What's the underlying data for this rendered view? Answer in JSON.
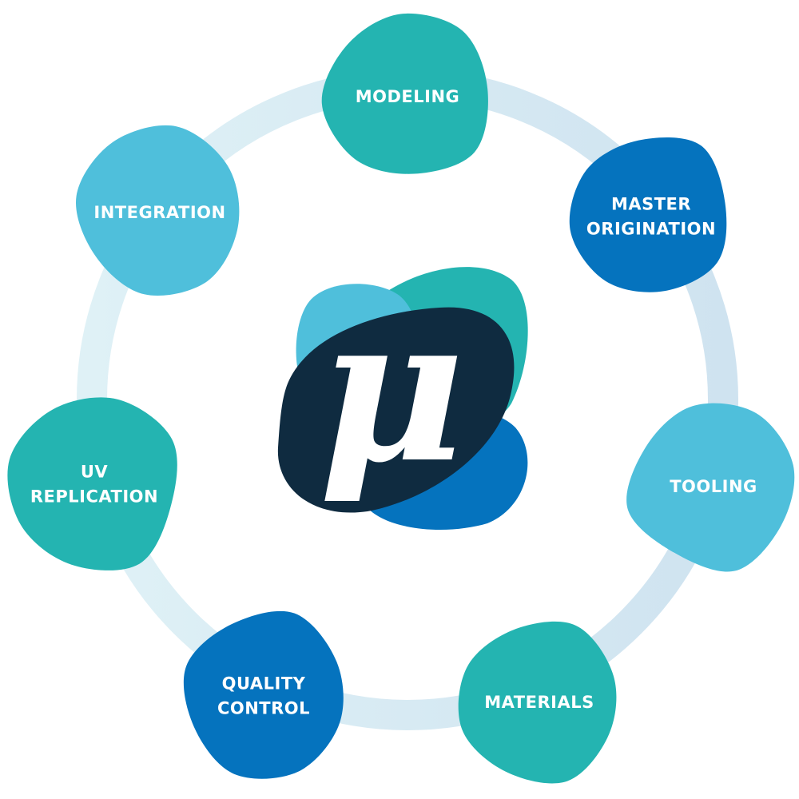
{
  "colors": {
    "ring_light": "#dff1f6",
    "ring_dark": "#cfe3f0",
    "teal": "#24b4b1",
    "sky": "#4fbfdb",
    "blue": "#0573be",
    "navy": "#0f2b40",
    "white": "#ffffff"
  },
  "center_logo": {
    "glyph": "μ",
    "icon": "mu-logo-icon"
  },
  "nodes": [
    {
      "id": "modeling",
      "lines": [
        "MODELING"
      ],
      "color": "teal"
    },
    {
      "id": "master-origination",
      "lines": [
        "MASTER",
        "ORIGINATION"
      ],
      "color": "blue"
    },
    {
      "id": "tooling",
      "lines": [
        "TOOLING"
      ],
      "color": "sky"
    },
    {
      "id": "materials",
      "lines": [
        "MATERIALS"
      ],
      "color": "teal"
    },
    {
      "id": "quality-control",
      "lines": [
        "QUALITY",
        "CONTROL"
      ],
      "color": "blue"
    },
    {
      "id": "uv-replication",
      "lines": [
        "UV",
        "REPLICATION"
      ],
      "color": "teal"
    },
    {
      "id": "integration",
      "lines": [
        "INTEGRATION"
      ],
      "color": "sky"
    }
  ]
}
